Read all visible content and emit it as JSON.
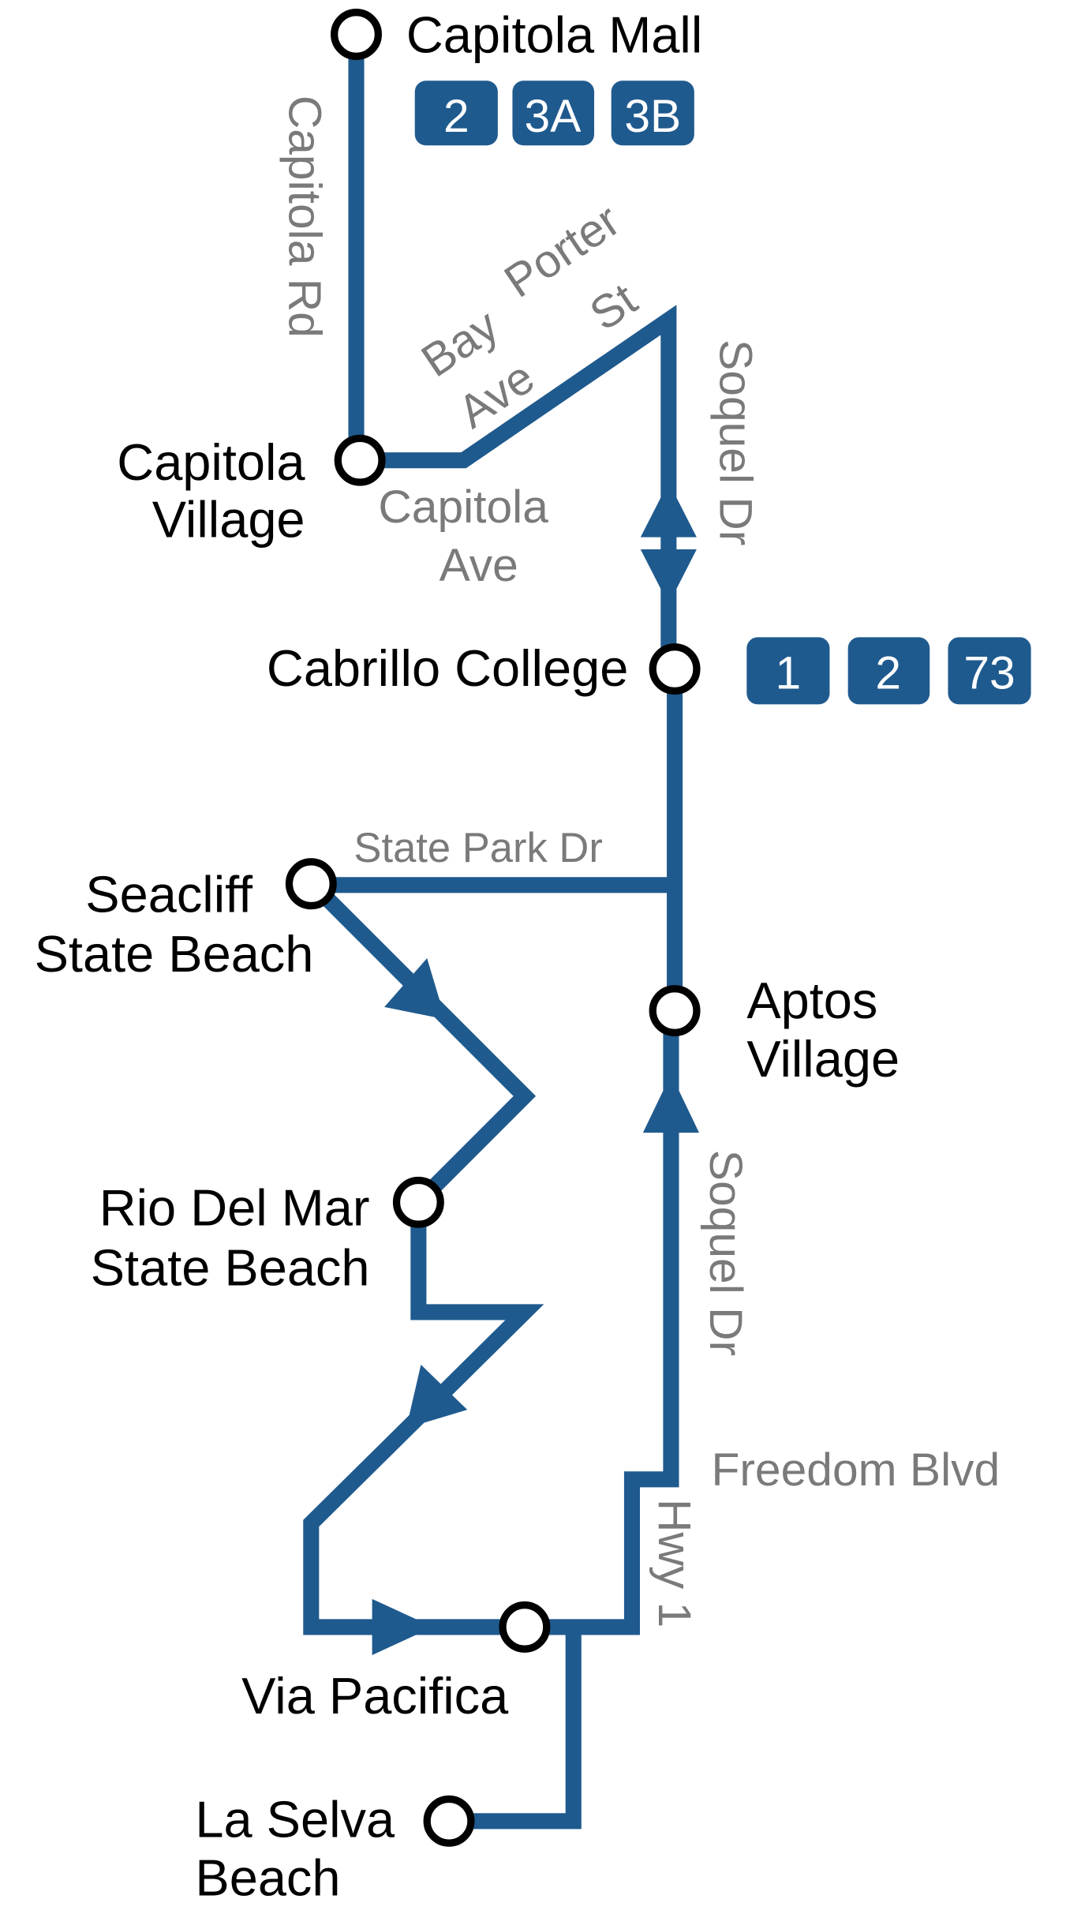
{
  "stops": {
    "capitola_mall": "Capitola Mall",
    "capitola_village": [
      "Capitola",
      "Village"
    ],
    "cabrillo_college": "Cabrillo College",
    "seacliff": [
      "Seacliff",
      "State Beach"
    ],
    "aptos_village": [
      "Aptos",
      "Village"
    ],
    "rio_del_mar": [
      "Rio Del Mar",
      "State Beach"
    ],
    "via_pacifica": "Via Pacifica",
    "la_selva": [
      "La Selva",
      "Beach"
    ]
  },
  "streets": {
    "capitola_rd": "Capitola Rd",
    "bay_ave": [
      "Bay",
      "Ave"
    ],
    "porter_st": [
      "Porter",
      "St"
    ],
    "capitola_ave": [
      "Capitola",
      "Ave"
    ],
    "soquel_dr_top": "Soquel Dr",
    "state_park_dr": "State Park Dr",
    "soquel_dr_bottom": "Soquel Dr",
    "freedom_blvd": "Freedom Blvd",
    "hwy_1": "Hwy 1"
  },
  "transfers": {
    "capitola_mall": [
      "2",
      "3A",
      "3B"
    ],
    "cabrillo_college": [
      "1",
      "2",
      "73"
    ]
  },
  "colors": {
    "route": "#1f5a8e",
    "street_label": "#7a7a7a"
  }
}
